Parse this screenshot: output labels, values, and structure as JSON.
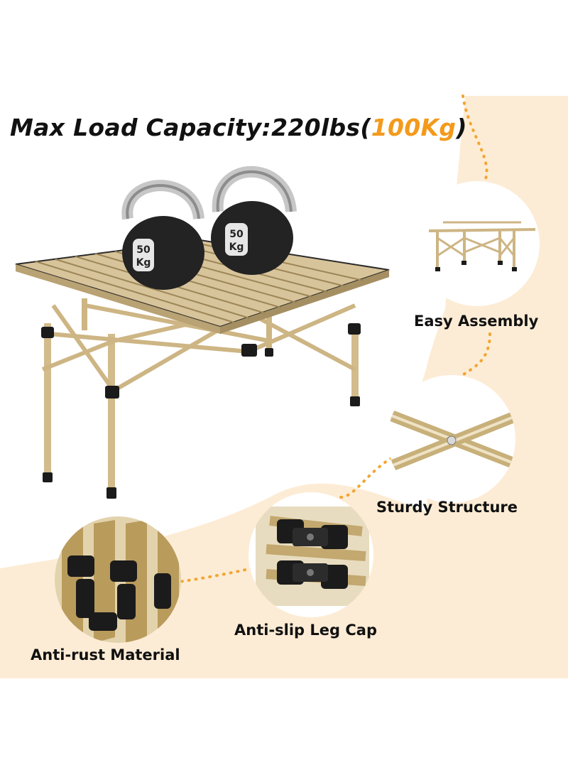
{
  "headline": {
    "prefix": "Max Load Capacity:220lbs(",
    "accent": "100Kg",
    "suffix": ")",
    "accent_color": "#f39a1c"
  },
  "weights": [
    {
      "line1": "50",
      "line2": "Kg"
    },
    {
      "line1": "50",
      "line2": "Kg"
    }
  ],
  "features": [
    {
      "label": "Easy Assembly",
      "icon": "folded-table-frame"
    },
    {
      "label": "Sturdy Structure",
      "icon": "crossed-tubes"
    },
    {
      "label": "Anti-slip Leg Cap",
      "icon": "leg-caps"
    },
    {
      "label": "Anti-rust Material",
      "icon": "aluminum-slats"
    }
  ],
  "colors": {
    "background_beige": "#fdecd5",
    "dot_line": "#f2a533",
    "table_tan": "#d8c49a",
    "frame_gold": "#cdb584",
    "cap_black": "#1b1b1b"
  }
}
